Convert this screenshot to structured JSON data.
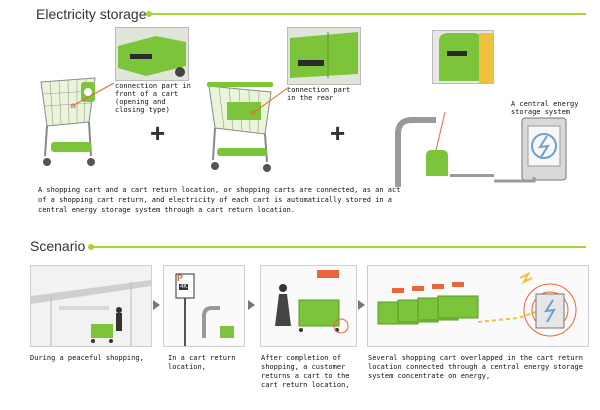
{
  "sections": {
    "storage_title": "Electricity storage",
    "scenario_title": "Scenario"
  },
  "storage": {
    "label_front": "connection part in front of a cart (opening and closing type)",
    "label_rear": "connection part in the rear",
    "label_central": "A central energy storage system",
    "description": "A shopping cart and a cart return location, or shopping carts are connected, as an act of a shopping cart return, and electricity of each cart is automatically stored in a central energy storage system through a cart return location.",
    "plus": "+"
  },
  "scenario": {
    "captions": [
      "During a peaceful shopping,",
      "In a cart return location,",
      "After completion of shopping, a customer returns a cart to the cart return location,",
      "Several shopping cart overlapped in the cart return location connected through a central energy storage system concentrate on energy,"
    ],
    "sign_letter": "P",
    "sign_number": "4K"
  },
  "colors": {
    "accent_green": "#a8d23a",
    "cart_green": "#7cc43a",
    "dark_green": "#4f8f1e",
    "orange": "#e8663a"
  }
}
